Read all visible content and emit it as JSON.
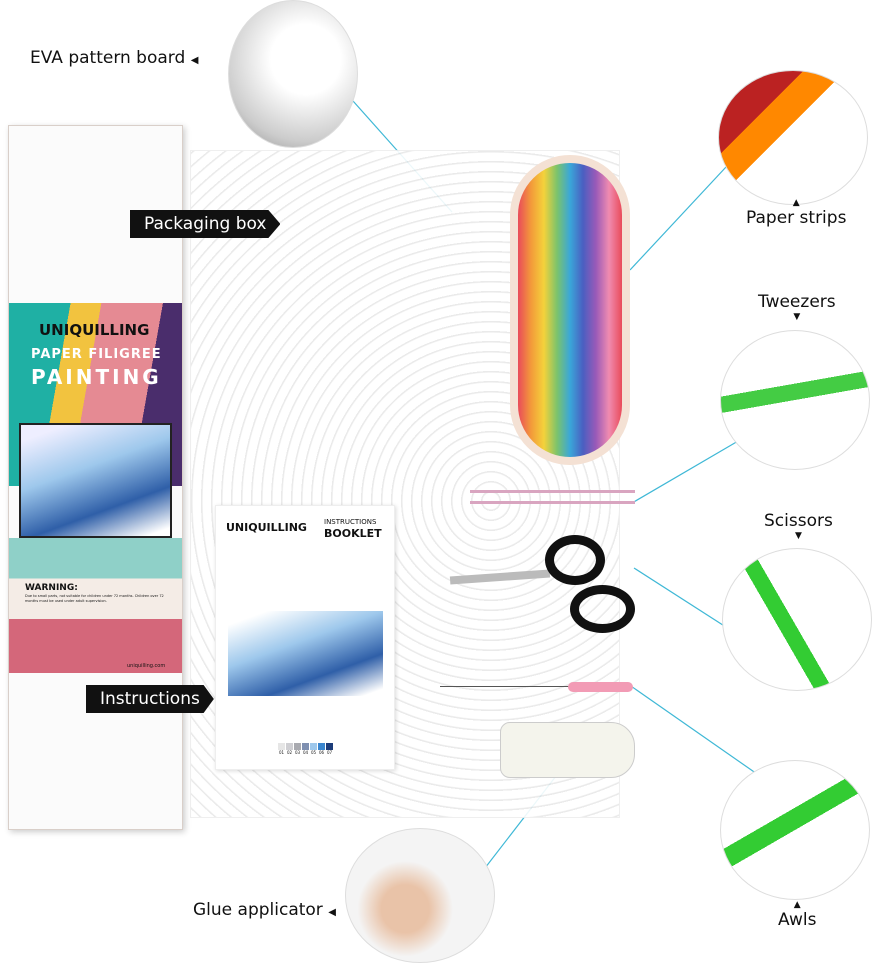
{
  "callouts": {
    "eva": "EVA pattern board",
    "packaging": "Packaging box",
    "paper_strips": "Paper strips",
    "tweezers": "Tweezers",
    "scissors": "Scissors",
    "instructions": "Instructions",
    "glue": "Glue applicator",
    "awls": "Awls"
  },
  "box": {
    "brand": "UNIQUILLING",
    "title_line1": "PAPER FILIGREE",
    "title_line2": "PAINTING",
    "warning_title": "WARNING:",
    "warning_text": "Due to small parts, not suitable for children under 72 months. Children over 72 months must be used under adult supervision.",
    "website": "uniquilling.com"
  },
  "booklet": {
    "brand": "UNIQUILLING",
    "heading_small": "INSTRUCTIONS",
    "heading_large": "BOOKLET",
    "swatch_labels": [
      "01",
      "02",
      "03",
      "04",
      "05",
      "06",
      "07"
    ],
    "swatch_colors": [
      "#e6e6e6",
      "#cfcfd3",
      "#a9aab0",
      "#7e8fb0",
      "#9ec8ec",
      "#3a86cf",
      "#1d3c7a"
    ]
  },
  "colors": {
    "accent_line": "#3fb8d6",
    "strip_colors": [
      "#e94b5a",
      "#f39a3a",
      "#f4d23b",
      "#7cc36b",
      "#3aa7d9",
      "#4a5fc1",
      "#9a5ab8",
      "#f08bb0",
      "#888",
      "#c0864a"
    ]
  }
}
